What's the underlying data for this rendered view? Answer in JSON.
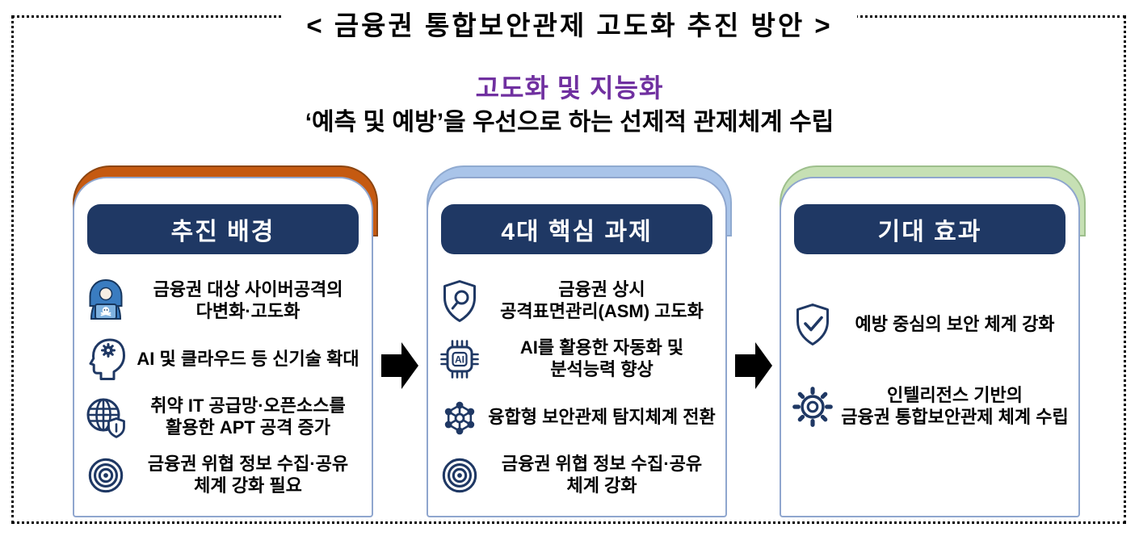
{
  "title": "<  금융권  통합보안관제  고도화  추진  방안  >",
  "headline": {
    "main": "고도화 및 지능화",
    "sub": "‘예측 및 예방’을 우선으로 하는 선제적 관제체계 수립"
  },
  "colors": {
    "header_navy": "#1F3864",
    "headline_purple": "#7030A0",
    "arc_background_card": "#C55A11",
    "arc_key_tasks_card": "#A9C4E9",
    "arc_effects_card": "#C6E0B4",
    "card_border": "#8FA6CE",
    "icon_navy": "#1F3864",
    "arrow_black": "#000000"
  },
  "columns": [
    {
      "header": "추진 배경",
      "accent": "#C55A11",
      "items": [
        {
          "icon": "hacker-icon",
          "text": "금융권 대상 사이버공격의\n다변화·고도화"
        },
        {
          "icon": "head-gear-icon",
          "text": "AI 및 클라우드 등 신기술 확대"
        },
        {
          "icon": "globe-shield-icon",
          "text": "취약 IT 공급망·오픈소스를\n활용한 APT 공격 증가"
        },
        {
          "icon": "bullseye-icon",
          "text": "금융권 위협 정보 수집·공유\n체계 강화 필요"
        }
      ]
    },
    {
      "header": "4대 핵심 과제",
      "accent": "#A9C4E9",
      "items": [
        {
          "icon": "shield-search-icon",
          "text": "금융권 상시\n공격표면관리(ASM) 고도화"
        },
        {
          "icon": "ai-chip-icon",
          "text": "AI를 활용한 자동화 및\n분석능력 향상"
        },
        {
          "icon": "network-icon",
          "text": "융합형 보안관제 탐지체계 전환"
        },
        {
          "icon": "bullseye-icon",
          "text": "금융권 위협 정보 수집·공유\n체계 강화"
        }
      ]
    },
    {
      "header": "기대 효과",
      "accent": "#C6E0B4",
      "items": [
        {
          "icon": "shield-check-icon",
          "text": "예방 중심의 보안 체계 강화"
        },
        {
          "icon": "gear-icon",
          "text": "인텔리전스 기반의\n금융권 통합보안관제 체계 수립"
        }
      ]
    }
  ],
  "arrows": [
    {
      "icon": "right-arrow-icon"
    },
    {
      "icon": "right-arrow-icon"
    }
  ]
}
